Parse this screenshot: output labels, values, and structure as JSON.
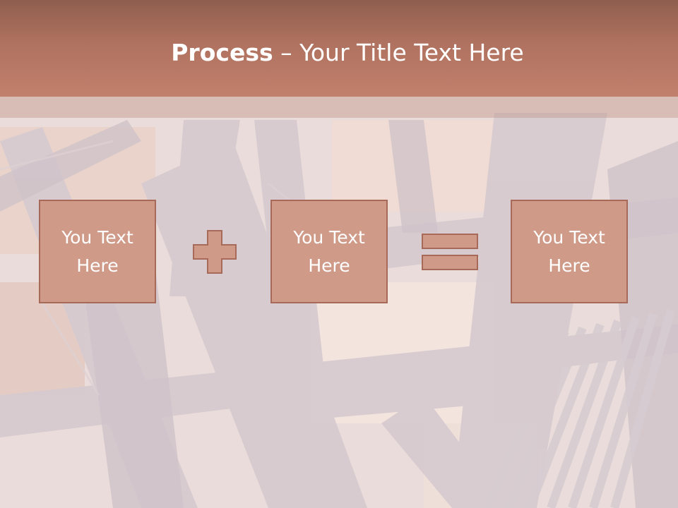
{
  "title": {
    "bold": "Process",
    "rest": " – Your Title Text Here"
  },
  "boxes": [
    {
      "line1": "You Text",
      "line2": "Here"
    },
    {
      "line1": "You Text",
      "line2": "Here"
    },
    {
      "line1": "You Text",
      "line2": "Here"
    }
  ],
  "operators": [
    "plus-icon",
    "equals-icon"
  ],
  "colors": {
    "title_bar": "#b07260",
    "box_fill": "#cf9a88",
    "box_border": "#a86a58",
    "text": "#ffffff"
  }
}
